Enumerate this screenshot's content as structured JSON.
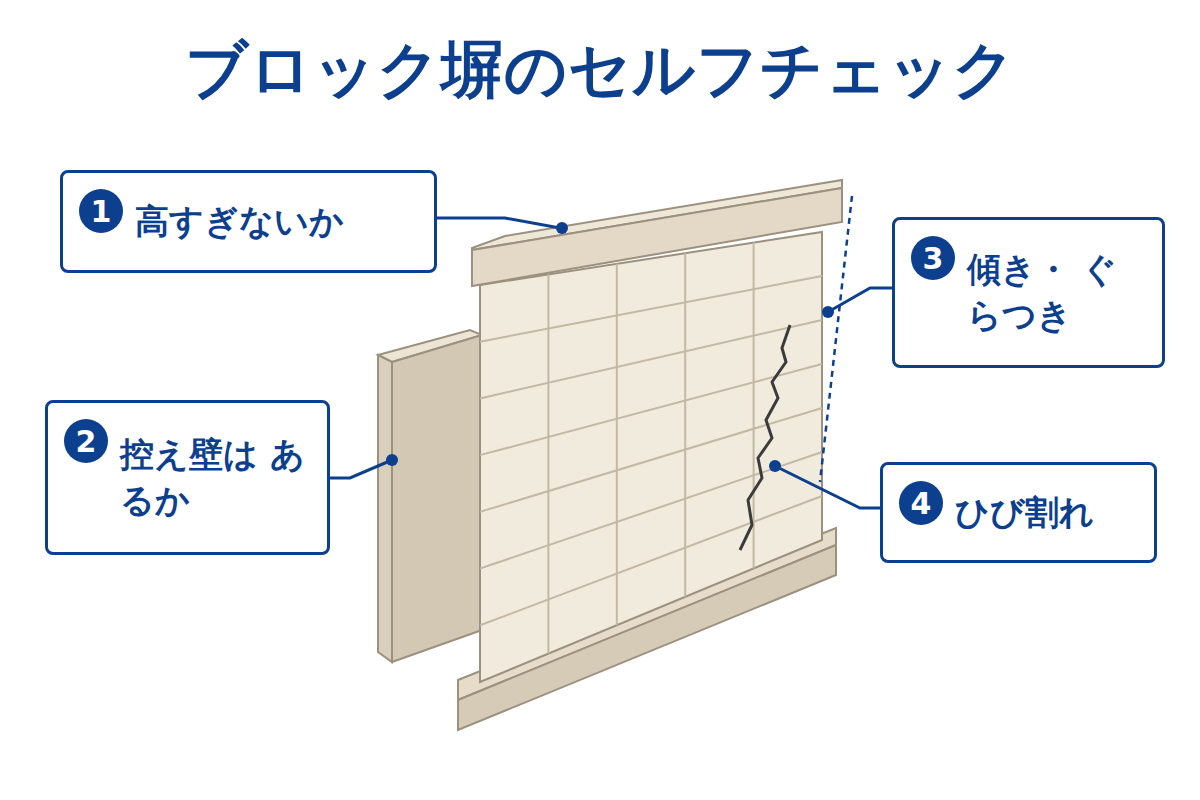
{
  "diagram": {
    "title": "ブロック塀のセルフチェック",
    "nodes": [
      {
        "text": [
          "高すぎないか"
        ]
      },
      {
        "text": [
          "1"
        ],
        "in": 0
      },
      {
        "text": [
          "控え壁は あるか"
        ]
      },
      {
        "text": [
          "2"
        ],
        "in": 2
      },
      {
        "text": [
          "傾き・ ぐらつき"
        ]
      },
      {
        "text": [
          "3"
        ],
        "in": 4
      },
      {
        "text": [
          "ひび割れ"
        ]
      },
      {
        "text": [
          "4"
        ],
        "in": 6
      }
    ]
  }
}
